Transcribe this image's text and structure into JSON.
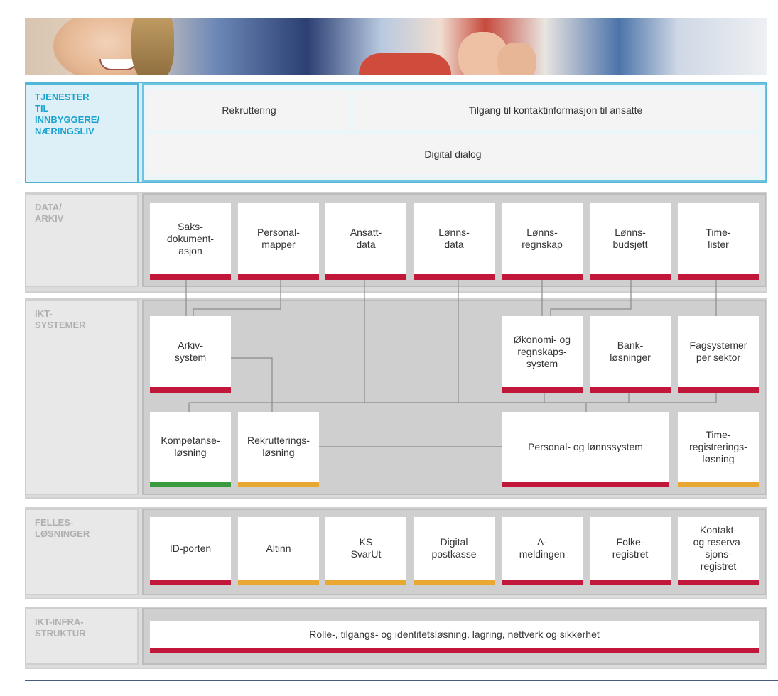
{
  "sections": {
    "tjenester": {
      "label": "TJENESTER\nTIL\nINNBYGGERE/\nNÆRINGSLIV",
      "boxes": [
        "Rekruttering",
        "Tilgang til kontaktinformasjon til ansatte",
        "Digital dialog"
      ]
    },
    "data": {
      "label": "DATA/\nARKIV",
      "boxes": [
        "Saks-\ndokument-\nasjon",
        "Personal-\nmapper",
        "Ansatt-\ndata",
        "Lønns-\ndata",
        "Lønns-\nregnskap",
        "Lønns-\nbudsjett",
        "Time-\nlister"
      ]
    },
    "ikt": {
      "label": "IKT-\nSYSTEMER",
      "row1": [
        "Arkiv-\nsystem",
        "Økonomi- og\nregnskaps-\nsystem",
        "Bank-\nløsninger",
        "Fagsystemer\nper sektor"
      ],
      "row2": [
        "Kompetanse-\nløsning",
        "Rekrutterings-\nløsning",
        "Personal- og lønnssystem",
        "Time-\nregistrerings-\nløsning"
      ]
    },
    "felles": {
      "label": "FELLES-\nLØSNINGER",
      "boxes": [
        "ID-porten",
        "Altinn",
        "KS\nSvarUt",
        "Digital\npostkasse",
        "A-\nmeldingen",
        "Folke-\nregistret",
        "Kontakt-\nog reserva-\nsjons-\nregistret"
      ]
    },
    "infra": {
      "label": "IKT-INFRA-\nSTRUKTUR",
      "boxes": [
        "Rolle-, tilgangs- og identitetsløsning, lagring, nettverk og sikkerhet"
      ]
    }
  },
  "colors": {
    "red": "#c0173a",
    "yellow": "#e8a832",
    "green": "#3a9a3e",
    "accent_blue": "#1aa3cf"
  }
}
